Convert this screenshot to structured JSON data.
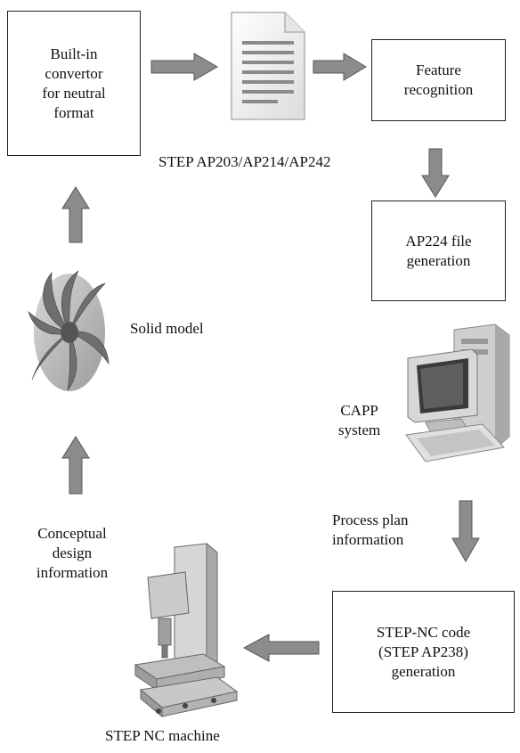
{
  "nodes": {
    "convertor": "Built-in\nconvertor\nfor neutral\nformat",
    "feature": "Feature\nrecognition",
    "ap224": "AP224 file\ngeneration",
    "stepnc": "STEP-NC code\n(STEP AP238)\ngeneration"
  },
  "labels": {
    "step_formats": "STEP AP203/AP214/AP242",
    "solid_model": "Solid model",
    "capp": "CAPP\nsystem",
    "process_plan": "Process plan\ninformation",
    "conceptual": "Conceptual\ndesign\ninformation",
    "nc_machine": "STEP NC machine"
  },
  "colors": {
    "arrow_fill": "#8c8c8c",
    "arrow_stroke": "#555555",
    "box_border": "#222222"
  },
  "icons": [
    "document-icon",
    "turbine-blade-icon",
    "computer-icon",
    "cnc-machine-icon"
  ]
}
